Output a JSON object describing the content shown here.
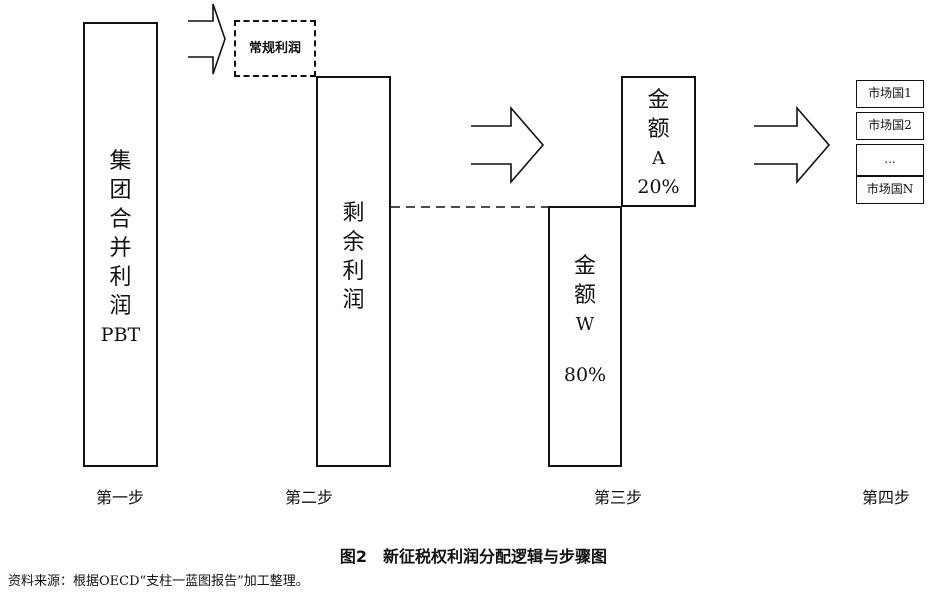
{
  "step1": {
    "box_text": [
      "集",
      "团",
      "合",
      "并",
      "利",
      "润",
      "PBT"
    ],
    "label": "第一步"
  },
  "step2": {
    "routine_profit": "常规利润",
    "box_text": [
      "剩",
      "余",
      "利",
      "润"
    ],
    "label": "第二步"
  },
  "step3": {
    "amount_a": {
      "lines": [
        "金",
        "额",
        "A"
      ],
      "percent": "20%"
    },
    "amount_w": {
      "lines": [
        "金",
        "额",
        "W"
      ],
      "percent": "80%"
    },
    "label": "第三步"
  },
  "step4": {
    "markets": [
      "市场国1",
      "市场国2",
      "...",
      "市场国N"
    ],
    "label": "第四步"
  },
  "figure_title": "图2　新征税权利润分配逻辑与步骤图",
  "source_note": "资料来源：根据OECD“支柱一蓝图报告”加工整理。"
}
